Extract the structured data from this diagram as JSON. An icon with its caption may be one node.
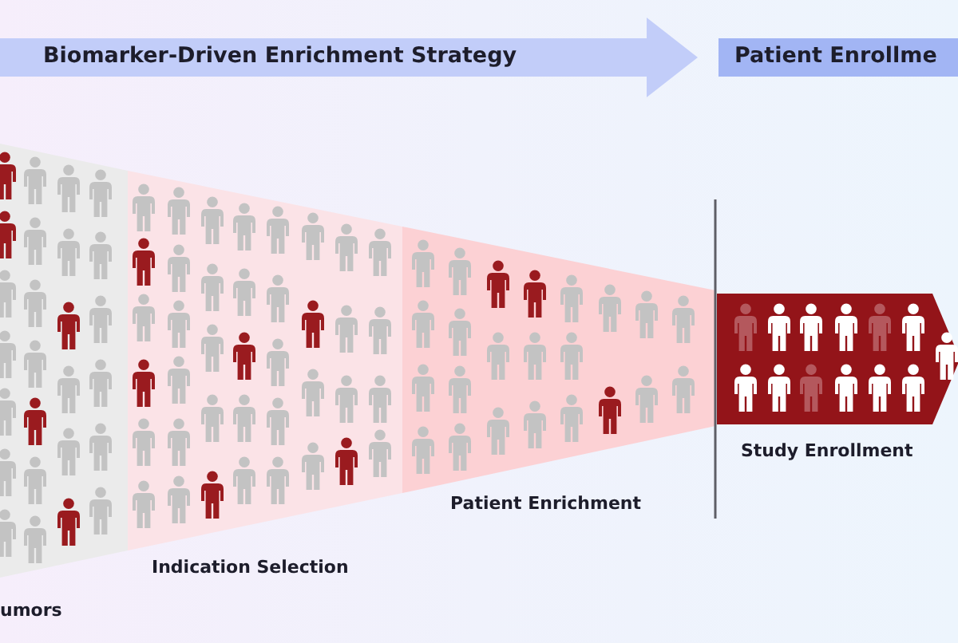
{
  "diagram": {
    "nodes": [
      {
        "text": [
          "Biomarker-Driven Enrichment Strategy"
        ]
      },
      {
        "text": [
          "Patient Enrollme"
        ]
      }
    ],
    "labels": [
      "umors",
      "Indication Selection",
      "Patient Enrichment",
      "Study Enrollment"
    ]
  }
}
